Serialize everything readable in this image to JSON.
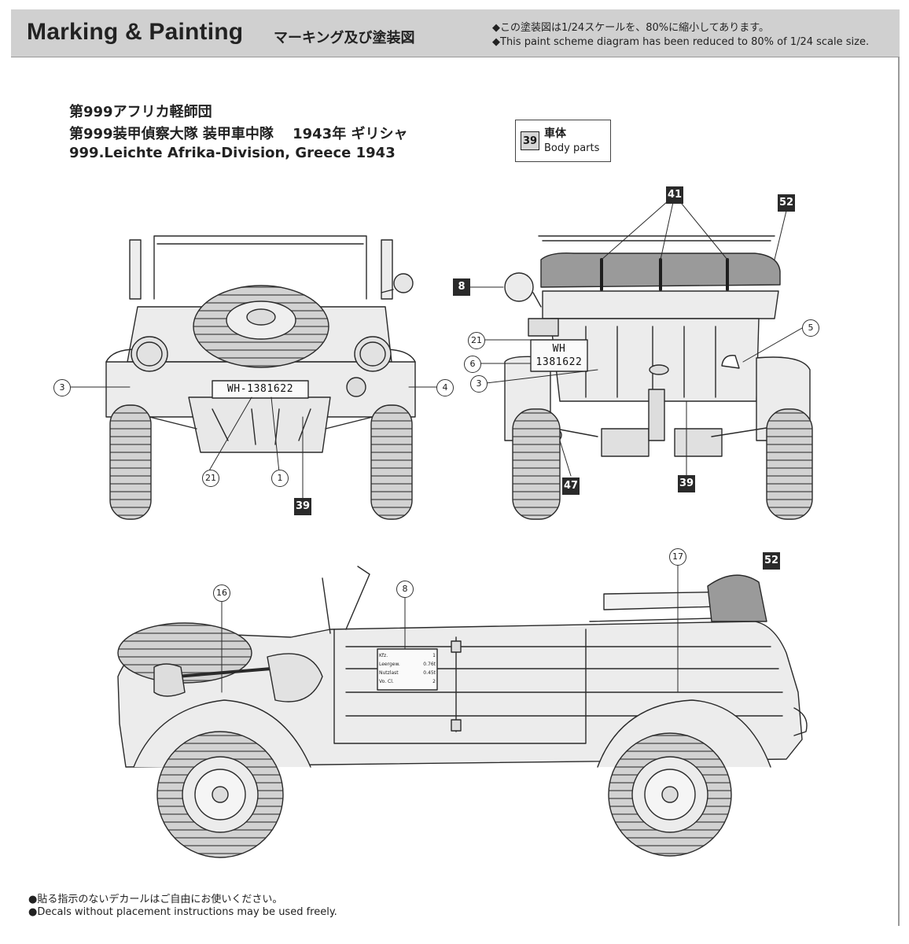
{
  "header": {
    "title": "Marking & Painting",
    "title_jp": "マーキング及び塗装図",
    "scale_note_jp": "◆この塗装図は1/24スケールを、80%に縮小してあります。",
    "scale_note_en": "◆This paint scheme diagram has been reduced to 80% of 1/24 scale size."
  },
  "scheme": {
    "line1": "第999アフリカ軽師団",
    "line2": "第999装甲偵察大隊 装甲車中隊　 1943年 ギリシャ",
    "line3": "999.Leichte Afrika-Division, Greece 1943"
  },
  "legend": {
    "number": "39",
    "label_jp": "車体",
    "label_en": "Body parts"
  },
  "front_view": {
    "plate": "WH-1381622",
    "callouts": {
      "c3": "3",
      "c4": "4",
      "c21": "21",
      "c1": "1",
      "sq39": "39"
    }
  },
  "rear_view": {
    "plate_line1": "WH",
    "plate_line2": "1381622",
    "callouts": {
      "sq41": "41",
      "sq52": "52",
      "sq8": "8",
      "c21": "21",
      "c6": "6",
      "c3": "3",
      "c5": "5",
      "sq47": "47",
      "sq39": "39"
    }
  },
  "side_view": {
    "callouts": {
      "c16": "16",
      "c8": "8",
      "c17": "17",
      "sq52": "52"
    },
    "stencil_rows": [
      [
        "Kfz.",
        "1"
      ],
      [
        "Leergew.",
        "0.76t"
      ],
      [
        "Nutzlast",
        "0.45t"
      ],
      [
        "Vo. Cl.",
        "2"
      ]
    ]
  },
  "footer": {
    "jp": "●貼る指示のないデカールはご自由にお使いください。",
    "en": "●Decals without placement instructions may be used freely."
  },
  "colors": {
    "header_band": "#d0d0d0",
    "body_fill": "#ececec",
    "tire_fill": "#cfcfcf",
    "tent_fill": "#9a9a9a",
    "ink": "#2a2a2a"
  }
}
